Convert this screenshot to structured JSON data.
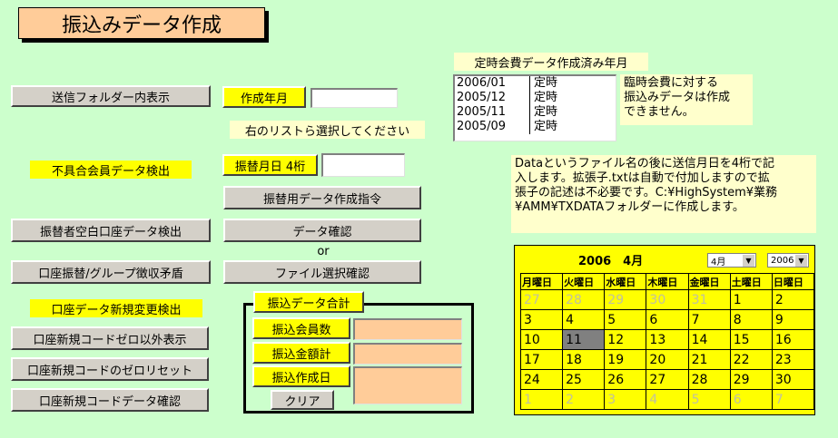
{
  "title": "振込みデータ作成",
  "left_buttons": [
    "送信フォルダー内表示",
    "振替者空白口座データ検出",
    "口座振替/グループ徴収矛盾",
    "口座新規コードゼロ以外表示",
    "口座新規コードのゼロリセット",
    "口座新規コードデータ確認"
  ],
  "labels": {
    "mismatch": "不具合会員データ検出",
    "new_account": "口座データ新規変更検出",
    "select_hint": "右のリストら選択してください",
    "or": "or",
    "year_month": "作成年月",
    "transfer_date": "振替月日 4桁",
    "fixed_list_title": "定時会費データ作成済み年月",
    "temp_note": "臨時会費に対する\n振込みデータは作成\nできません。",
    "data_note": "Dataというファイル名の後に送信月日を4桁で記\n入します。拡張子.txtは自動で付加しますので拡\n張子の記述は不必要です。C:¥HighSystem¥業務\n¥AMM¥TXDATAフォルダーに作成します。"
  },
  "inputs": {
    "year_month": "",
    "transfer_date": ""
  },
  "mid_buttons": {
    "create_order": "振替用データ作成指令",
    "data_check": "データ確認",
    "file_select": "ファイル選択確認"
  },
  "fixed_list": [
    {
      "ym": "2006/01",
      "type": "定時"
    },
    {
      "ym": "2005/12",
      "type": "定時"
    },
    {
      "ym": "2005/11",
      "type": "定時"
    },
    {
      "ym": "2005/09",
      "type": "定時"
    }
  ],
  "summary": {
    "group_title": "振込データ合計",
    "members_label": "振込会員数",
    "amount_label": "振込金額計",
    "date_label": "振込作成日",
    "clear_label": "クリア",
    "members_value": "",
    "amount_value": "",
    "date_value": ""
  },
  "calendar": {
    "header": "2006　4月",
    "month_select": "4月",
    "year_select": "2006",
    "weekdays": [
      "月曜日",
      "火曜日",
      "水曜日",
      "木曜日",
      "金曜日",
      "土曜日",
      "日曜日"
    ],
    "weeks": [
      [
        "27",
        "28",
        "29",
        "30",
        "31",
        "1",
        "2"
      ],
      [
        "3",
        "4",
        "5",
        "6",
        "7",
        "8",
        "9"
      ],
      [
        "10",
        "11",
        "12",
        "13",
        "14",
        "15",
        "16"
      ],
      [
        "17",
        "18",
        "19",
        "20",
        "21",
        "22",
        "23"
      ],
      [
        "24",
        "25",
        "26",
        "27",
        "28",
        "29",
        "30"
      ],
      [
        "1",
        "2",
        "3",
        "4",
        "5",
        "6",
        "7"
      ]
    ],
    "selected_day": "11"
  },
  "colors": {
    "background": "#ccffcc",
    "label_yellow": "#ffff00",
    "pale_yellow": "#ffffcc",
    "peach": "#ffcc99",
    "button_gray": "#d4d0c8"
  }
}
